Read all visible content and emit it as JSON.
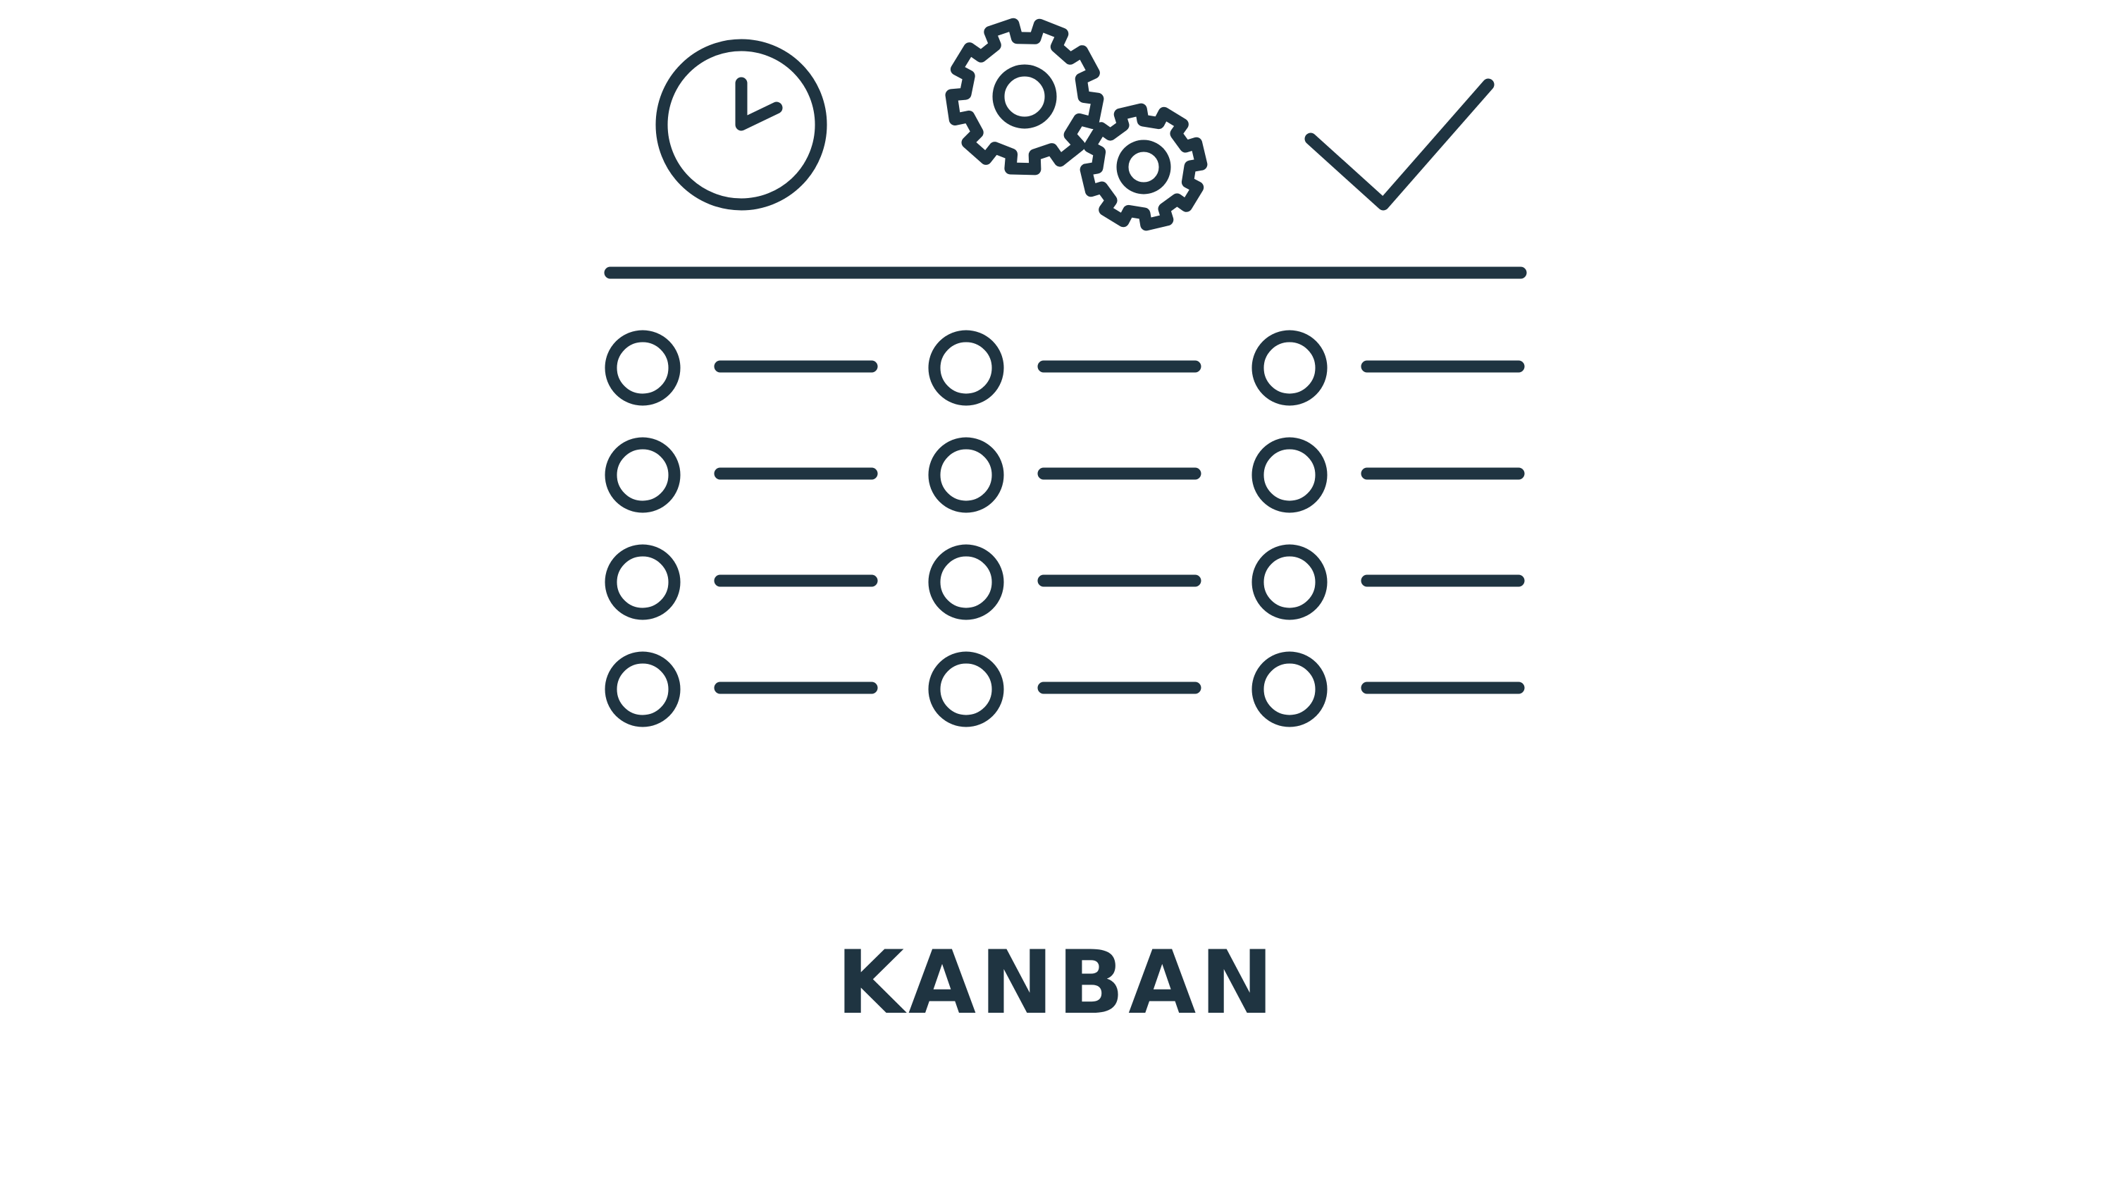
{
  "caption": "KANBAN",
  "colors": {
    "stroke": "#1f3441",
    "background": "#ffffff"
  },
  "icons": [
    "clock-icon",
    "gears-icon",
    "checkmark-icon"
  ],
  "board": {
    "columns": [
      {
        "icon": "clock-icon",
        "cards": 4
      },
      {
        "icon": "gears-icon",
        "cards": 4
      },
      {
        "icon": "checkmark-icon",
        "cards": 4
      }
    ]
  }
}
